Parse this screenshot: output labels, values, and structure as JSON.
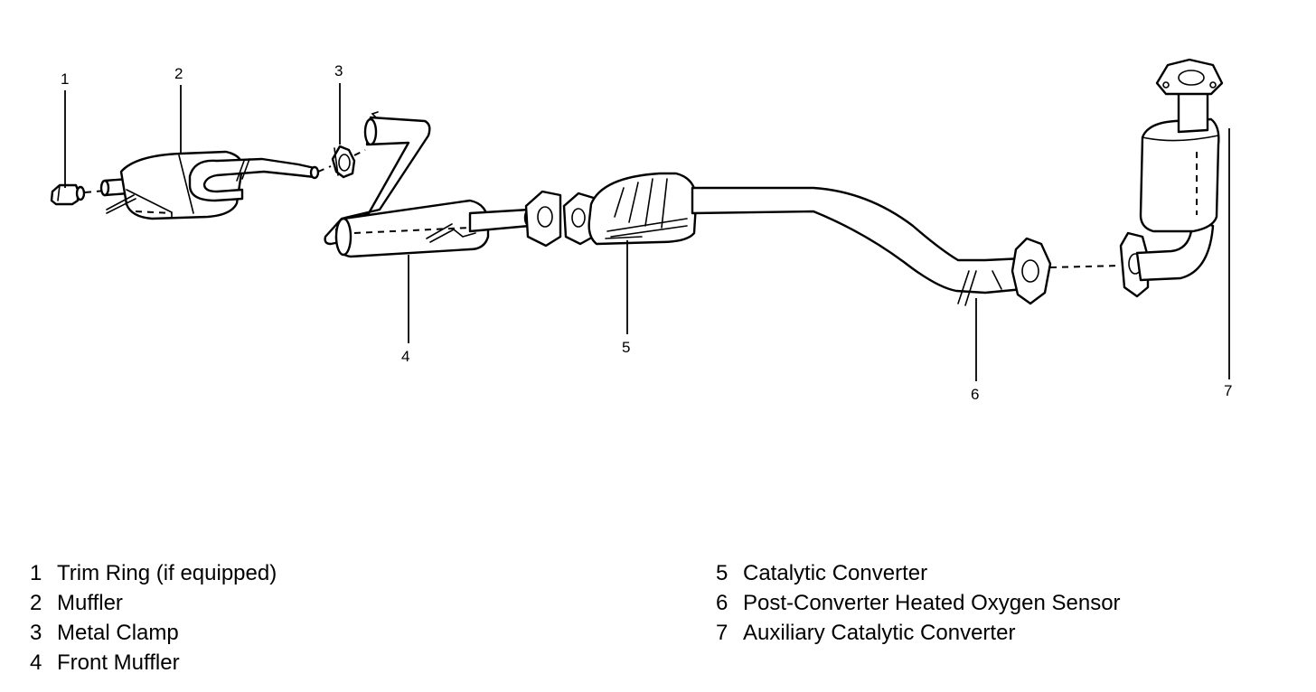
{
  "callouts": [
    "1",
    "2",
    "3",
    "4",
    "5",
    "6",
    "7"
  ],
  "legend": {
    "left": [
      {
        "number": "1",
        "label": "Trim Ring (if equipped)"
      },
      {
        "number": "2",
        "label": "Muffler"
      },
      {
        "number": "3",
        "label": "Metal Clamp"
      },
      {
        "number": "4",
        "label": "Front Muffler"
      }
    ],
    "right": [
      {
        "number": "5",
        "label": "Catalytic Converter"
      },
      {
        "number": "6",
        "label": "Post-Converter Heated Oxygen Sensor"
      },
      {
        "number": "7",
        "label": "Auxiliary Catalytic Converter"
      }
    ]
  }
}
